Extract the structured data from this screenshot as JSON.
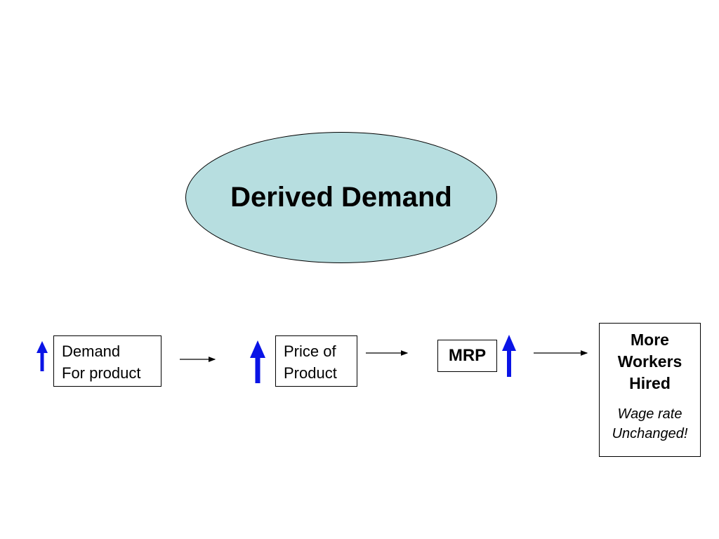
{
  "title": "Derived Demand",
  "colors": {
    "ellipse_fill": "#b7dee0",
    "up_arrow": "#0a14e6",
    "flow_arrow": "#000000"
  },
  "steps": [
    {
      "lines": [
        "Demand",
        "For product"
      ],
      "indicator": "up-arrow-icon"
    },
    {
      "lines": [
        "Price of",
        "Product"
      ],
      "indicator": "up-arrow-icon"
    },
    {
      "lines": [
        "MRP"
      ],
      "indicator": "up-arrow-icon"
    }
  ],
  "result": {
    "lines": [
      "More",
      "Workers",
      "Hired"
    ],
    "note_lines": [
      "Wage rate",
      "Unchanged!"
    ]
  }
}
